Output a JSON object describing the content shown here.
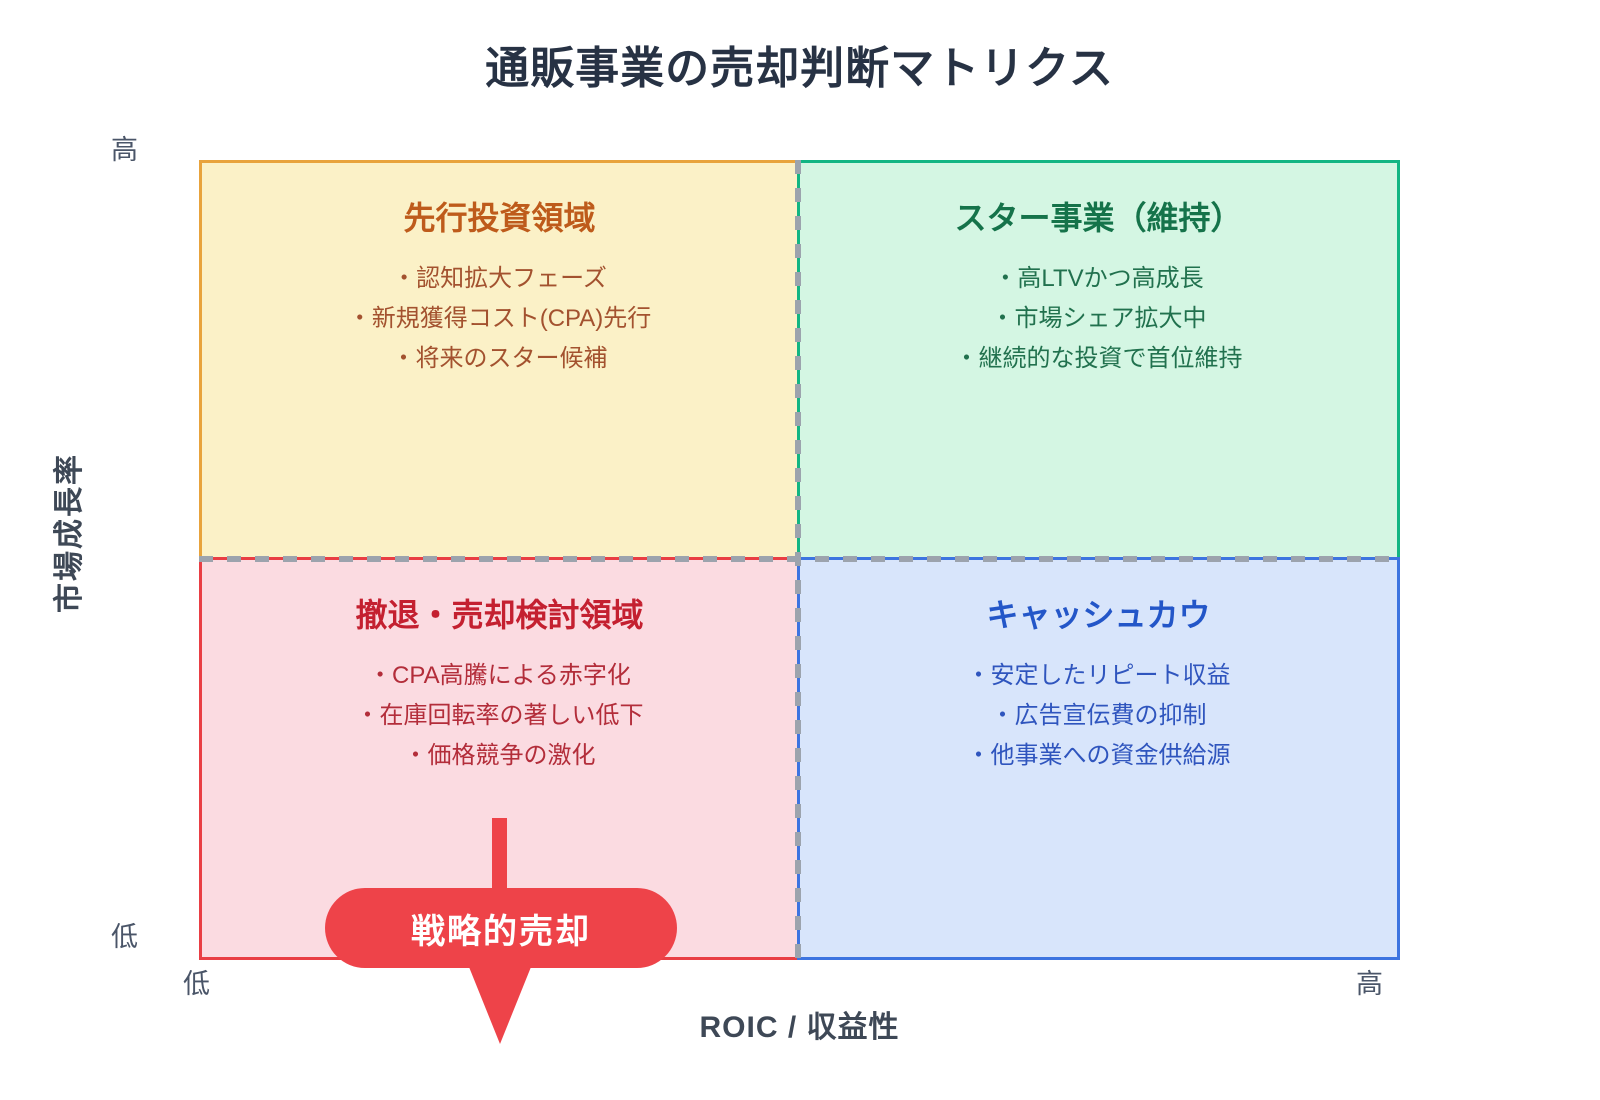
{
  "title": "通販事業の売却判断マトリクス",
  "axes": {
    "y_title": "市場成長率",
    "y_high": "高",
    "y_low": "低",
    "x_title": "ROIC / 収益性",
    "x_low": "低",
    "x_high": "高"
  },
  "quadrants": {
    "top_left": {
      "title": "先行投資領域",
      "bullets": [
        "・認知拡大フェーズ",
        "・新規獲得コスト(CPA)先行",
        "・将来のスター候補"
      ],
      "bg_color": "#FBF1C7",
      "border_color": "#E8A33C",
      "title_color": "#BE5B1B"
    },
    "top_right": {
      "title": "スター事業（維持）",
      "bullets": [
        "・高LTVかつ高成長",
        "・市場シェア拡大中",
        "・継続的な投資で首位維持"
      ],
      "bg_color": "#D4F6E3",
      "border_color": "#12B583",
      "title_color": "#15734A"
    },
    "bottom_left": {
      "title": "撤退・売却検討領域",
      "bullets": [
        "・CPA高騰による赤字化",
        "・在庫回転率の著しい低下",
        "・価格競争の激化"
      ],
      "bg_color": "#FBDBE1",
      "border_color": "#E93E44",
      "title_color": "#C42030"
    },
    "bottom_right": {
      "title": "キャッシュカウ",
      "bullets": [
        "・安定したリピート収益",
        "・広告宣伝費の抑制",
        "・他事業への資金供給源"
      ],
      "bg_color": "#D8E5FB",
      "border_color": "#3D74E0",
      "title_color": "#2356C8"
    }
  },
  "callout": {
    "label": "戦略的売却",
    "color": "#EE4349"
  },
  "divider_color": "#9CA3AD"
}
